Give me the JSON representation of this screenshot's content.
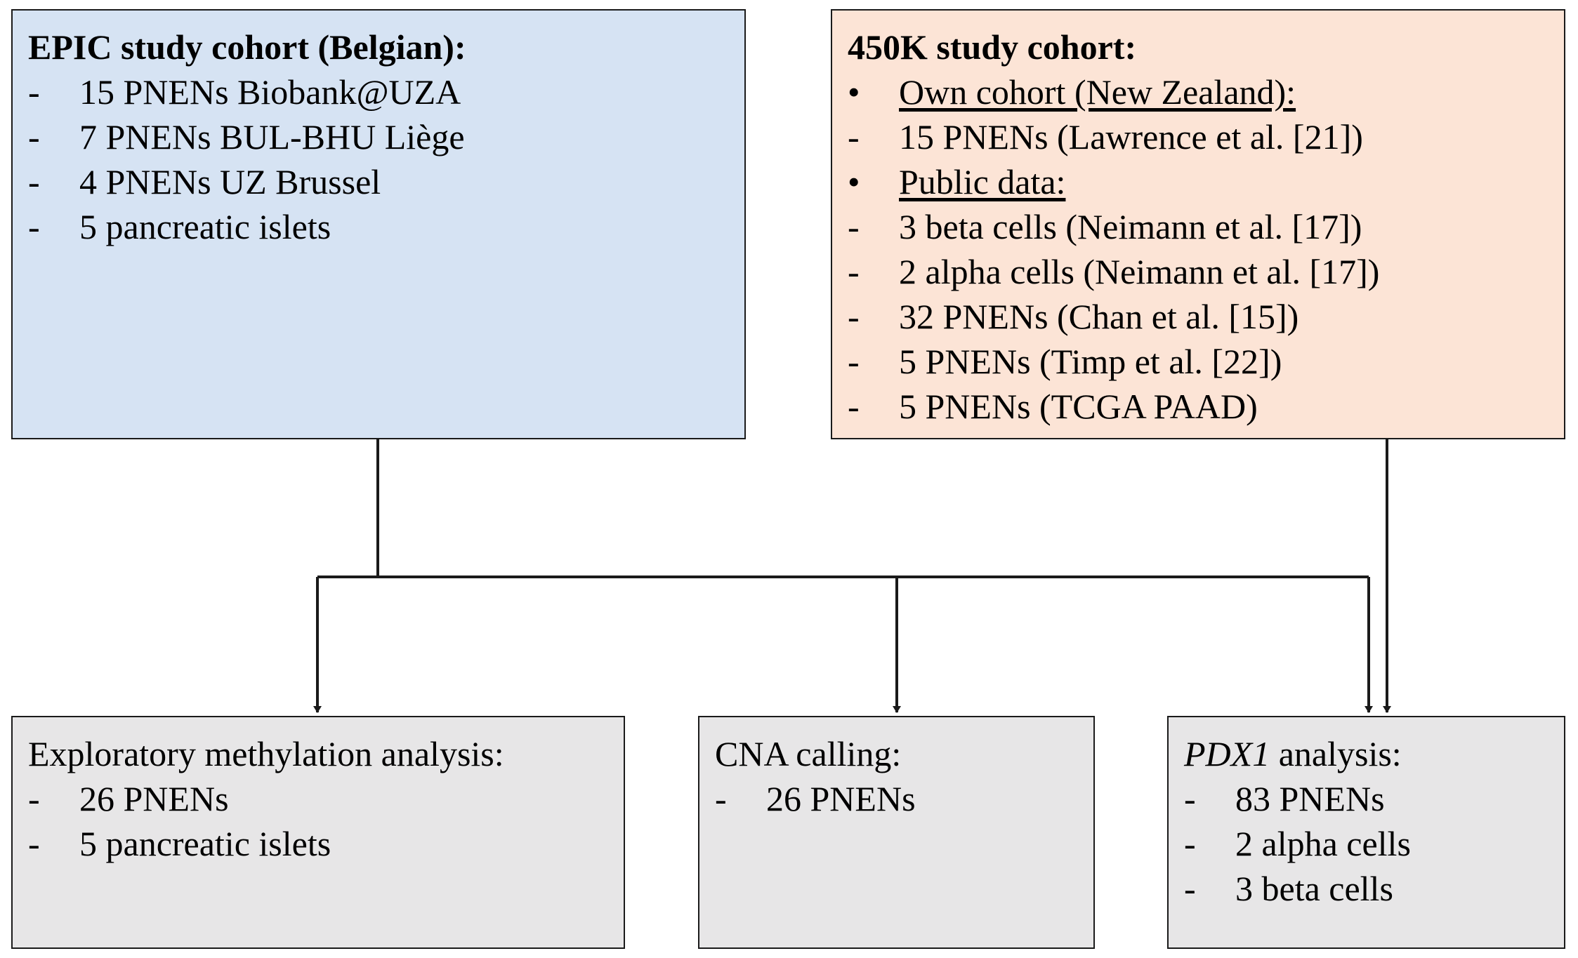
{
  "epic": {
    "title": "EPIC study cohort (Belgian):",
    "items": [
      "15 PNENs Biobank@UZA",
      "7 PNENs BUL-BHU  Liège",
      "4 PNENs UZ Brussel",
      "5 pancreatic islets"
    ],
    "dash": "-"
  },
  "k450": {
    "title": "450K study cohort:",
    "bullet": "•",
    "dash": "-",
    "own_header": "Own cohort (New Zealand):",
    "own_items": [
      "15 PNENs (Lawrence et al. [21])"
    ],
    "public_header": "Public data:",
    "public_items": [
      "3 beta cells (Neimann et al. [17])",
      "2 alpha cells (Neimann et al. [17])",
      "32 PNENs (Chan et al. [15])",
      "5 PNENs (Timp et al. [22])",
      "5 PNENs (TCGA PAAD)"
    ]
  },
  "exploratory": {
    "title": "Exploratory methylation analysis:",
    "items": [
      "26 PNENs",
      "5 pancreatic islets"
    ]
  },
  "cna": {
    "title": "CNA calling:",
    "items": [
      "26 PNENs"
    ]
  },
  "pdx1": {
    "gene": "PDX1",
    "title_rest": " analysis:",
    "items": [
      "83 PNENs",
      "2 alpha cells",
      "3 beta cells"
    ]
  },
  "colors": {
    "epic_fill": "#d6e3f3",
    "k450_fill": "#fce4d6",
    "output_fill": "#e7e6e7",
    "stroke": "#1a1a1a"
  }
}
